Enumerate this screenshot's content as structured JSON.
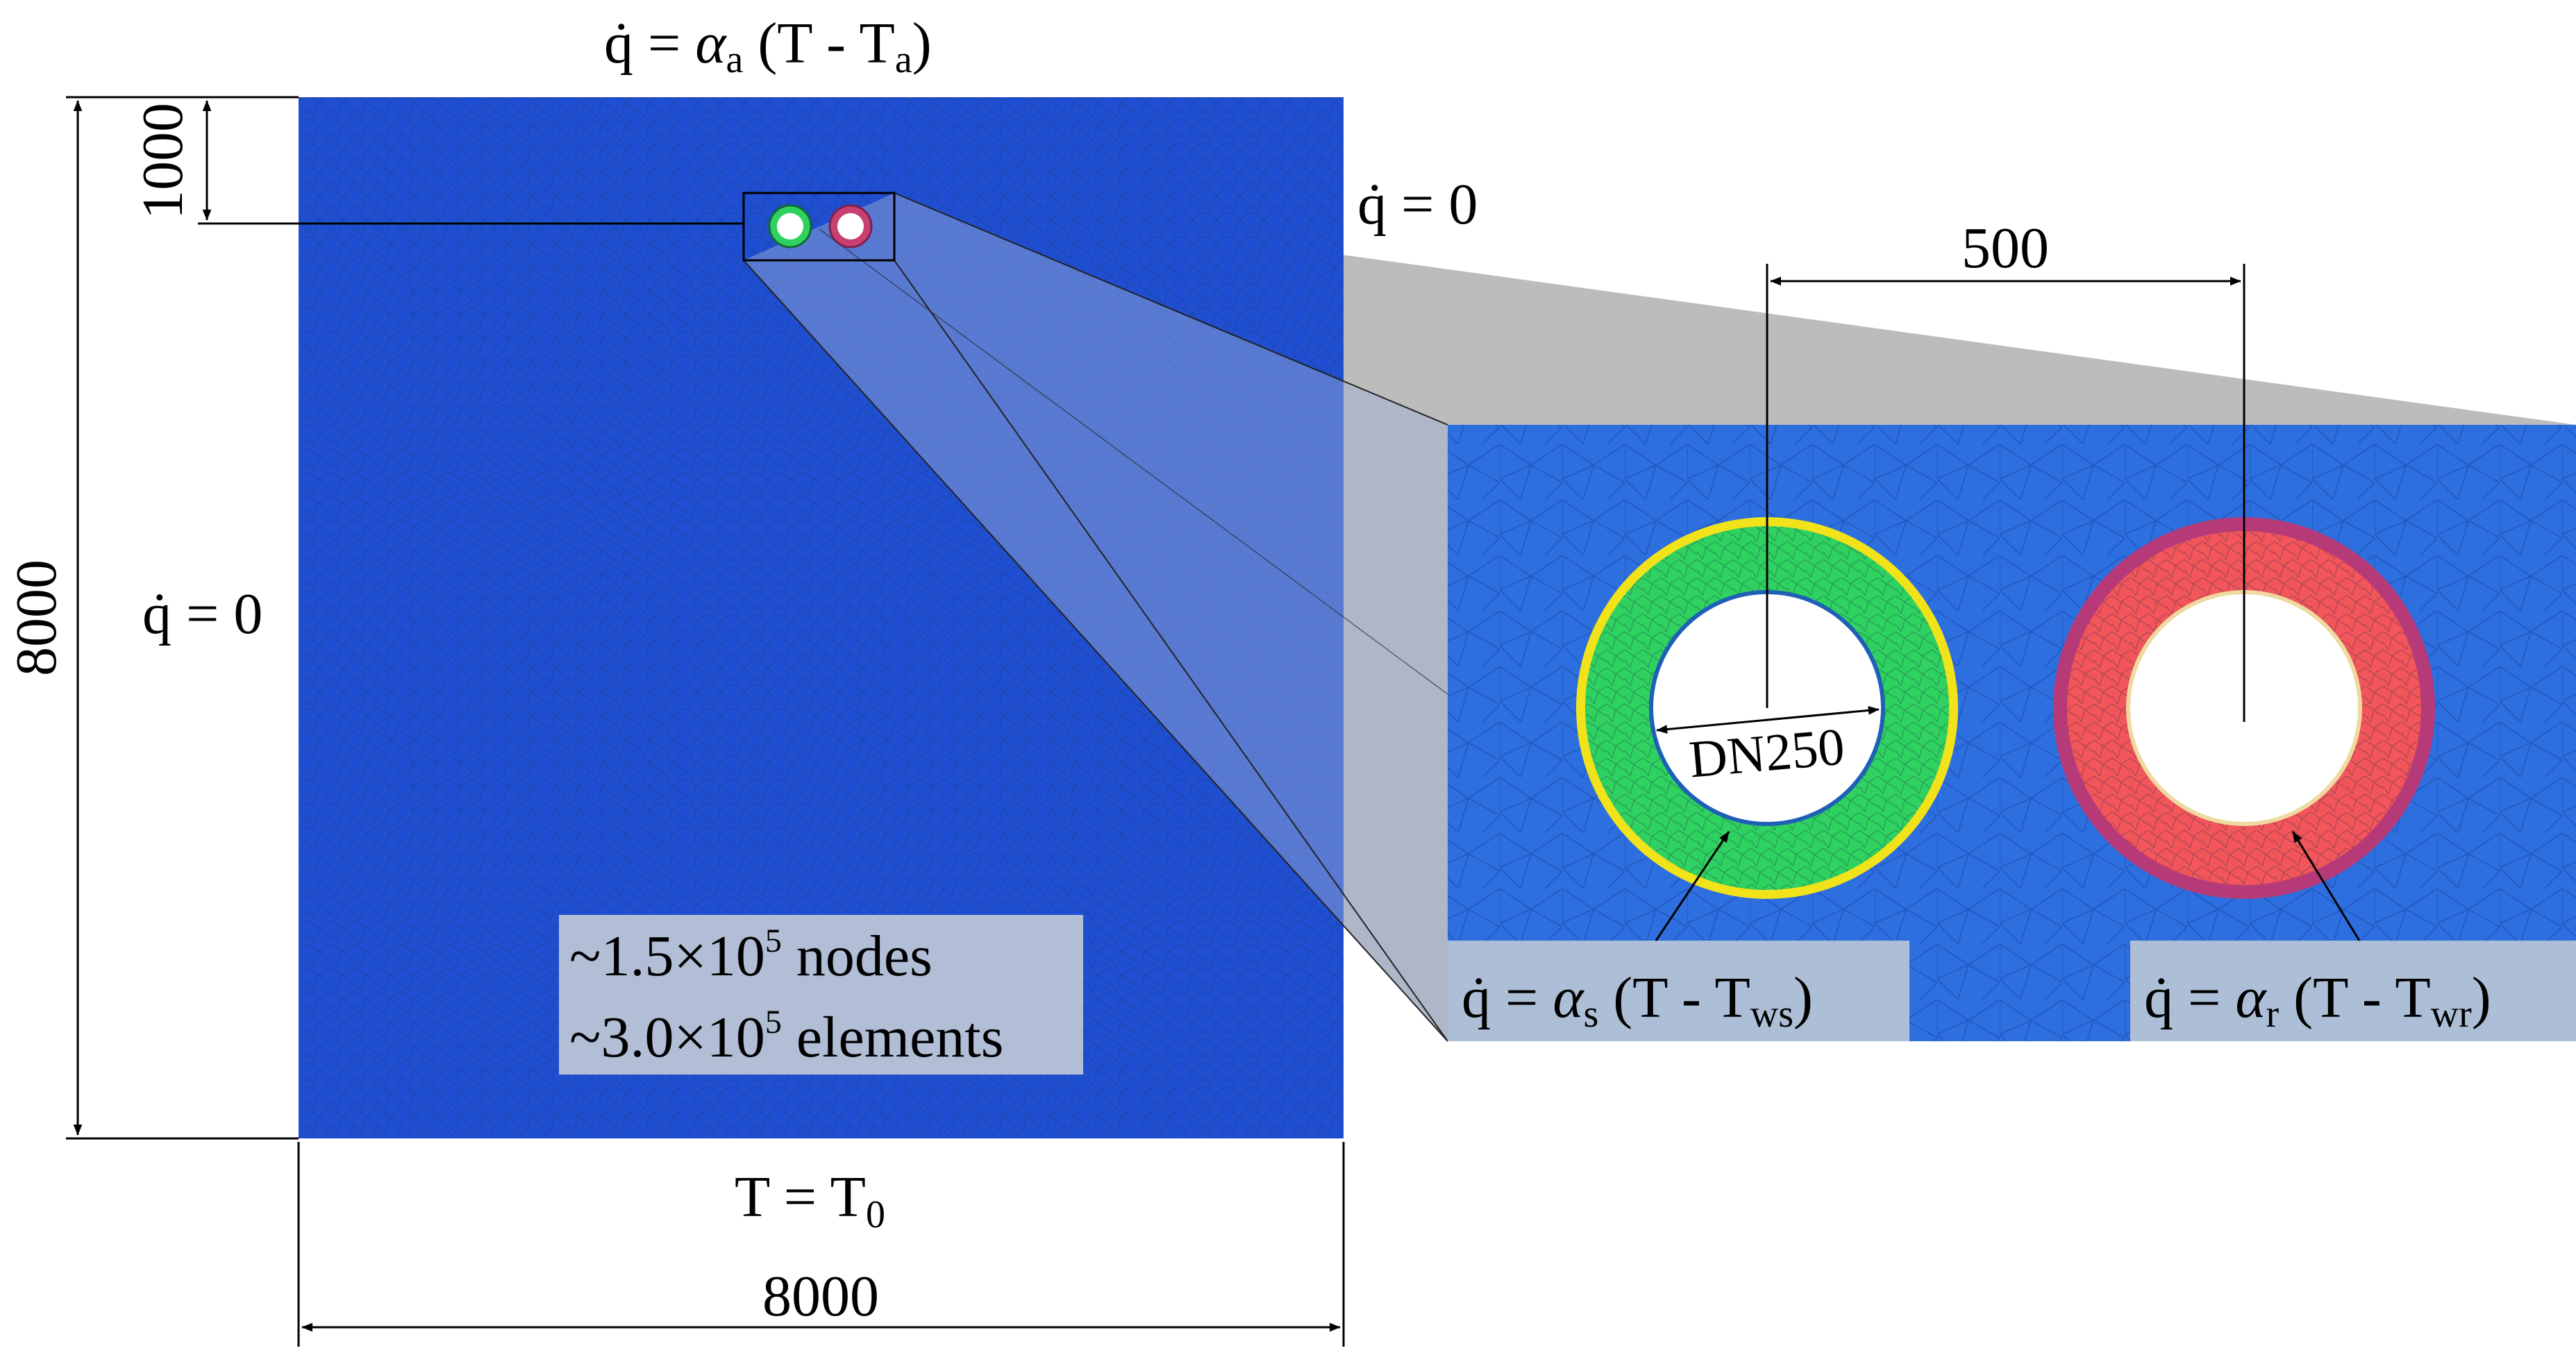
{
  "dimensions": {
    "domain_width": "8000",
    "domain_height": "8000",
    "pipe_depth": "1000",
    "pipe_spacing": "500",
    "pipe_diameter": "DN250"
  },
  "boundary_conditions": {
    "top": {
      "prefix": "q̇ = ",
      "alpha": "α",
      "alpha_sub": "a",
      "middle": " (T - T",
      "T_sub": "a",
      "suffix": ")"
    },
    "right": "q̇ = 0",
    "left": "q̇ = 0",
    "bottom": {
      "prefix": "T = T",
      "sub": "0"
    },
    "supply_pipe": {
      "prefix": "q̇ = ",
      "alpha": "α",
      "alpha_sub": "s",
      "middle": " (T - T",
      "T_sub": "ws",
      "suffix": ")"
    },
    "return_pipe": {
      "prefix": "q̇ = ",
      "alpha": "α",
      "alpha_sub": "r",
      "middle": " (T - T",
      "T_sub": "wr",
      "suffix": ")"
    }
  },
  "mesh_info": {
    "nodes": {
      "prefix": "~1.5×10",
      "exp": "5",
      "suffix": " nodes"
    },
    "elements": {
      "prefix": "~3.0×10",
      "exp": "5",
      "suffix": " elements"
    }
  },
  "colors": {
    "soil_domain": "#1f4fd0",
    "zoom_soil": "#2e6fe0",
    "supply_insulation": "#2fd160",
    "supply_casing": "#f2e21a",
    "return_insulation": "#f2555a",
    "return_casing": "#b63a78",
    "label_box": "#b9c4d6",
    "zoom_cone": "#b8b8b8"
  }
}
